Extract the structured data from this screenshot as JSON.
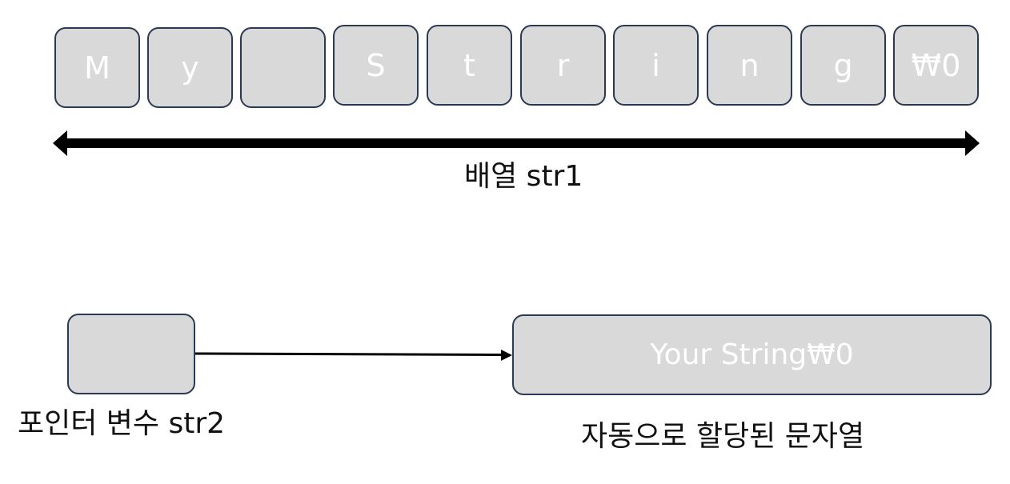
{
  "array": {
    "cells": [
      "M",
      "y",
      "",
      "S",
      "t",
      "r",
      "i",
      "n",
      "g",
      "₩0"
    ],
    "label": "배열 str1"
  },
  "pointer": {
    "label": "포인터 변수 str2"
  },
  "allocated": {
    "text": "Your String₩0",
    "label": "자동으로 할당된 문자열"
  },
  "colors": {
    "cell_fill": "#d9d9d9",
    "cell_border": "#2b3a52",
    "cell_text": "#ffffff",
    "arrow": "#000000"
  }
}
